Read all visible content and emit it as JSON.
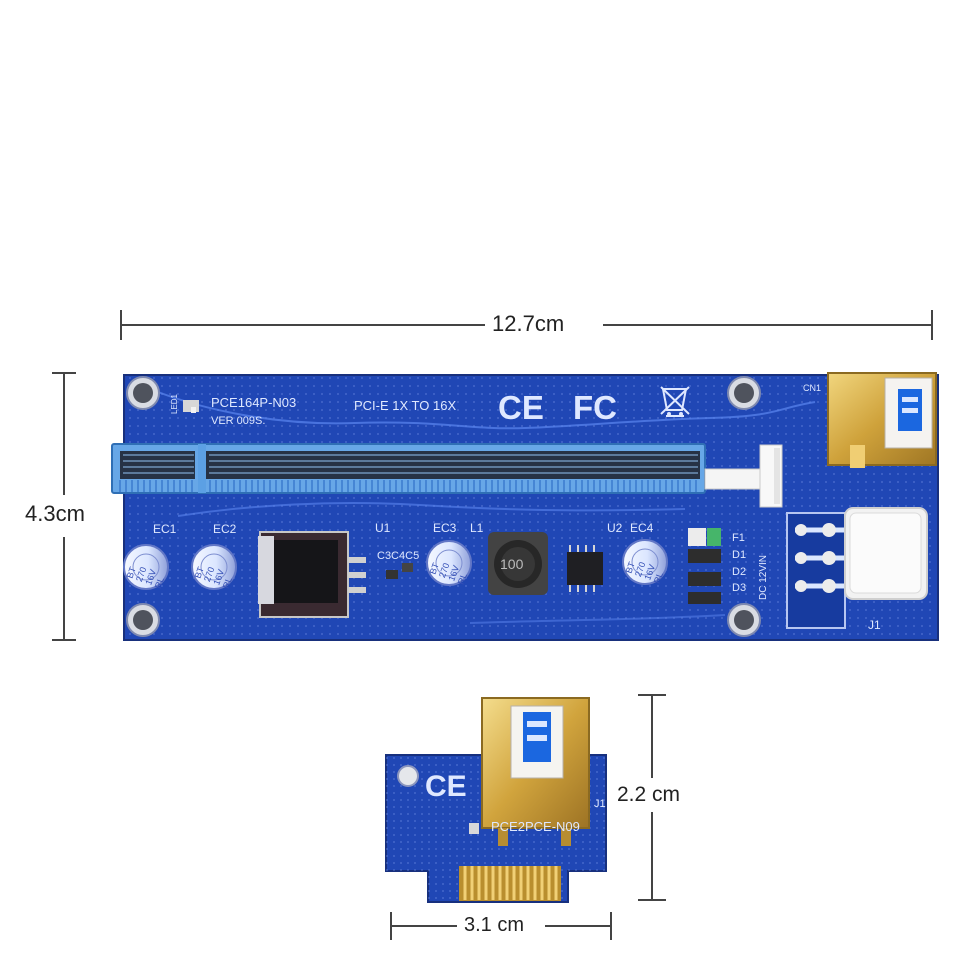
{
  "dimensions": {
    "riser_width": "12.7cm",
    "riser_height": "4.3cm",
    "adapter_height": "2.2 cm",
    "adapter_width": "3.1 cm"
  },
  "riser_board": {
    "model": "PCE164P-N03",
    "version": "VER  009S.",
    "description": "PCI-E  1X  TO  16X",
    "cert_ce": "CE",
    "cert_fc": "FC",
    "connector_label": "CN1",
    "power_label": "DC 12VIN",
    "jack_label": "J1",
    "component_labels": {
      "ec1": "EC1",
      "ec2": "EC2",
      "u1": "U1",
      "ec3": "EC3",
      "l1": "L1",
      "u2": "U2",
      "ec4": "EC4",
      "caps": "C3C4C5",
      "f1": "F1",
      "d1": "D1",
      "d2": "D2",
      "d3": "D3",
      "inductor": "100",
      "led": "LED1"
    },
    "capacitor_text": [
      "BT",
      "270",
      "16V",
      "RL"
    ]
  },
  "adapter_board": {
    "model": "PCE2PCE-N09",
    "jack_label": "J1",
    "cert_ce": "CE"
  },
  "colors": {
    "pcb_blue": "#1f3fa8",
    "slot_blue": "#63a6e6",
    "gold": "#d7b24a",
    "white_connector": "#f2f2f2"
  }
}
